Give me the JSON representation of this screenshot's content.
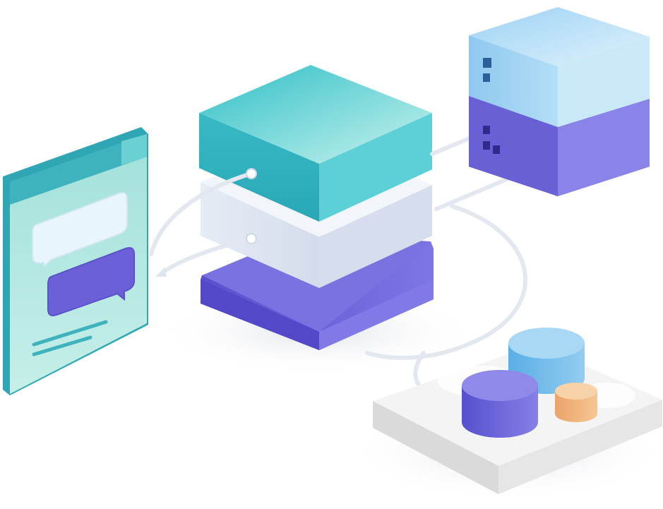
{
  "illustration": {
    "kind": "isometric architecture illustration",
    "elements": [
      "app-window-panel",
      "chat-bubble-light",
      "chat-bubble-purple",
      "layer-stack-teal",
      "layer-stack-white",
      "layer-stack-purple",
      "server-unit-top",
      "server-unit-bottom",
      "database-platform",
      "database-cylinder-blue",
      "database-cylinder-purple",
      "database-cylinder-orange"
    ]
  },
  "colors": {
    "teal": "#35c1c9",
    "teal_light": "#bff0ee",
    "panel_teal": "#3fb3bd",
    "panel_face": "#a9e2dc",
    "white_layer": "#e8eef6",
    "purple": "#6c5fd6",
    "purple_light": "#8c86e8",
    "server_blue": "#9fd3f3",
    "server_purple": "#7b73dc",
    "platform": "#ececec",
    "cyl_blue": "#6db8ea",
    "cyl_purple": "#6a63d8",
    "cyl_orange": "#f2b27a"
  }
}
